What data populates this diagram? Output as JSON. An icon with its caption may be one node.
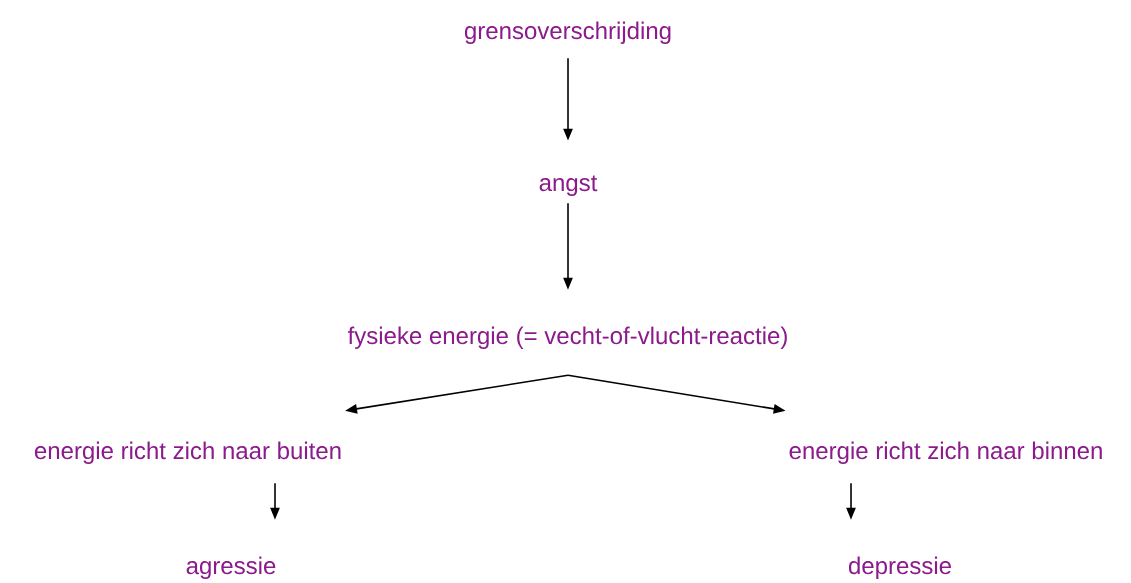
{
  "diagram": {
    "nodes": [
      {
        "text": [
          "grensoverschrijding"
        ]
      },
      {
        "text": [
          "angst"
        ]
      },
      {
        "text": [
          "fysieke energie (= vecht-of-vlucht-reactie)"
        ]
      },
      {
        "text": [
          "energie richt zich naar buiten"
        ]
      },
      {
        "text": [
          "energie richt zich naar binnen"
        ]
      },
      {
        "text": [
          "agressie"
        ]
      },
      {
        "text": [
          "depressie"
        ]
      }
    ],
    "edges": [
      {
        "from": 0,
        "to": 1,
        "arrow": "to"
      },
      {
        "from": 1,
        "to": 2,
        "arrow": "to"
      },
      {
        "from": 2,
        "to": 3,
        "arrow": "to"
      },
      {
        "from": 2,
        "to": 4,
        "arrow": "to"
      },
      {
        "from": 3,
        "to": 5,
        "arrow": "to"
      },
      {
        "from": 4,
        "to": 6,
        "arrow": "to"
      }
    ]
  }
}
